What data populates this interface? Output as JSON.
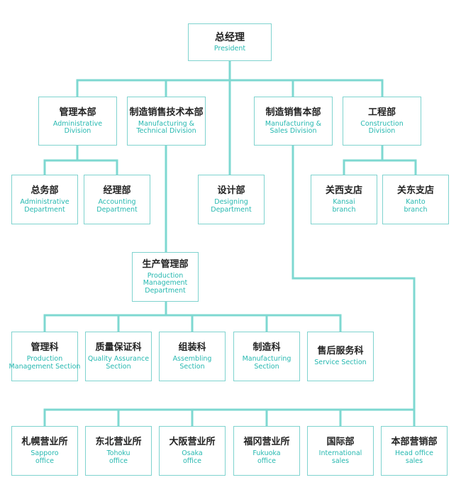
{
  "colors": {
    "line": "#7ed8d1",
    "border": "#7fd3cf",
    "english": "#26b8b0",
    "chinese": "#222222"
  },
  "president": {
    "zh": "总经理",
    "en": [
      "President"
    ]
  },
  "level1": {
    "admin": {
      "zh": "管理本部",
      "en": [
        "Administrative",
        "Division"
      ]
    },
    "mfg_tech": {
      "zh": "制造销售技术本部",
      "en": [
        "Manufacturing &",
        "Technical Division"
      ]
    },
    "mfg_sales": {
      "zh": "制造销售本部",
      "en": [
        "Manufacturing &",
        "Sales Division"
      ]
    },
    "construction": {
      "zh": "工程部",
      "en": [
        "Construction",
        "Division"
      ]
    }
  },
  "level2": {
    "general_affairs": {
      "zh": "总务部",
      "en": [
        "Administrative",
        "Department"
      ]
    },
    "accounting": {
      "zh": "经理部",
      "en": [
        "Accounting",
        "Department"
      ]
    },
    "design": {
      "zh": "设计部",
      "en": [
        "Designing",
        "Department"
      ]
    },
    "kansai": {
      "zh": "关西支店",
      "en": [
        "Kansai",
        "branch"
      ]
    },
    "kanto": {
      "zh": "关东支店",
      "en": [
        "Kanto",
        "branch"
      ]
    }
  },
  "production": {
    "zh": "生产管理部",
    "en": [
      "Production",
      "Management",
      "Department"
    ]
  },
  "sections": {
    "management": {
      "zh": "管理科",
      "en": [
        "Production",
        "Management Section"
      ]
    },
    "quality": {
      "zh": "质量保证科",
      "en": [
        "Quality Assurance",
        "Section"
      ]
    },
    "assembling": {
      "zh": "组装科",
      "en": [
        "Assembling",
        "Section"
      ]
    },
    "manufacturing": {
      "zh": "制造科",
      "en": [
        "Manufacturing",
        "Section"
      ]
    },
    "service": {
      "zh": "售后服务科",
      "en": [
        "Service Section"
      ]
    }
  },
  "offices": {
    "sapporo": {
      "zh": "札幌营业所",
      "en": [
        "Sapporo",
        "office"
      ]
    },
    "tohoku": {
      "zh": "东北营业所",
      "en": [
        "Tohoku",
        "office"
      ]
    },
    "osaka": {
      "zh": "大阪营业所",
      "en": [
        "Osaka",
        "office"
      ]
    },
    "fukuoka": {
      "zh": "福冈营业所",
      "en": [
        "Fukuoka",
        "office"
      ]
    },
    "international": {
      "zh": "国际部",
      "en": [
        "International",
        "sales"
      ]
    },
    "head_office": {
      "zh": "本部营销部",
      "en": [
        "Head office",
        "sales"
      ]
    }
  }
}
